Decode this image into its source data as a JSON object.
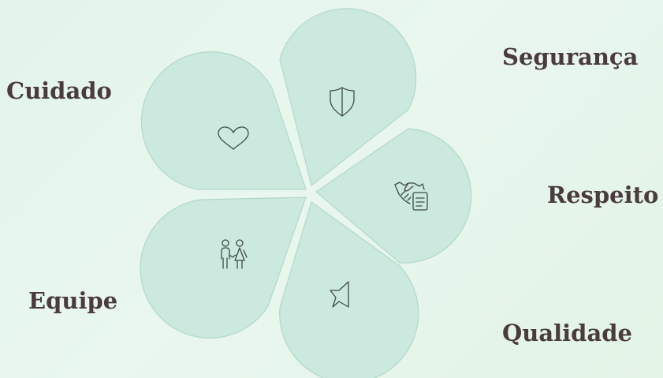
{
  "diagram": {
    "petals": [
      {
        "label": "Cuidado",
        "icon": "heart-icon"
      },
      {
        "label": "Segurança",
        "icon": "shield-icon"
      },
      {
        "label": "Respeito",
        "icon": "handshake-document-icon"
      },
      {
        "label": "Qualidade",
        "icon": "star-half-icon"
      },
      {
        "label": "Equipe",
        "icon": "couple-icon"
      }
    ],
    "colors": {
      "petal_fill": "#cbe9de",
      "petal_stroke": "#b2d8c8",
      "text": "#4a3b3d",
      "background": "#e6f5ec"
    }
  }
}
